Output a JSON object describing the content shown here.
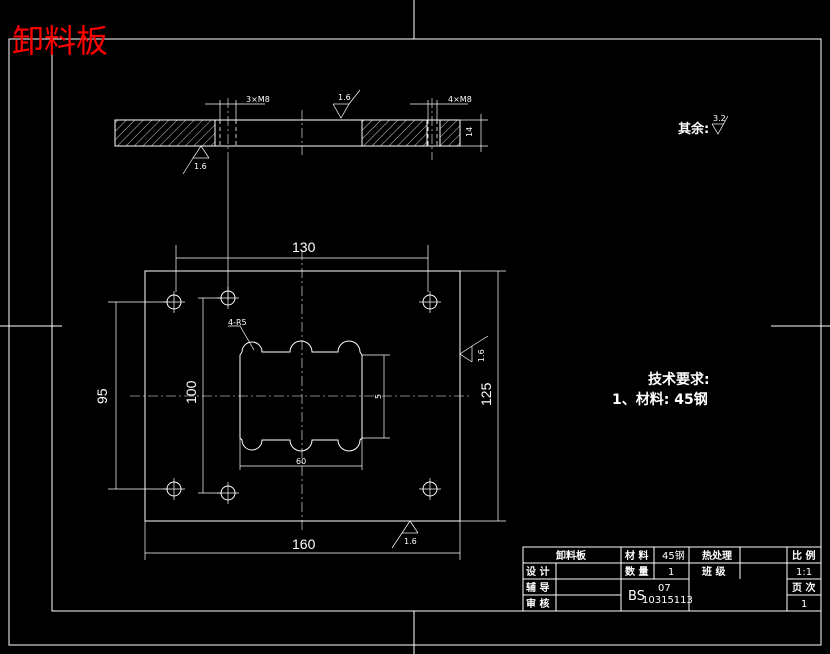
{
  "title": "卸料板",
  "colors": {
    "background": "#000000",
    "lines": "#ffffff",
    "title": "#ff0000"
  },
  "side_view": {
    "dim_left": "3×M8",
    "dim_right": "4×M8",
    "roughness_top": "1.6",
    "roughness_bottom": "1.6",
    "thickness": "14"
  },
  "other_roughness": {
    "label": "其余:",
    "value": "3.2"
  },
  "plan_view": {
    "dim_top": "130",
    "dim_bottom": "160",
    "dim_left_outer": "95",
    "dim_left_inner": "100",
    "dim_right": "125",
    "dim_slot_height": "5",
    "dim_slot_width": "60",
    "note_radius": "4-R5",
    "roughness_right": "1.6",
    "roughness_bottom": "1.6"
  },
  "tech_requirements": {
    "heading": "技术要求:",
    "item1": "1、材料: 45钢"
  },
  "title_block": {
    "part_name": "卸料板",
    "material_label": "材 料",
    "material_value": "45钢",
    "heat_treat_label": "热处理",
    "scale_label": "比 例",
    "scale_value": "1:1",
    "qty_label": "数 量",
    "qty_value": "1",
    "class_label": "班 级",
    "design_label": "设 计",
    "guide_label": "辅 导",
    "review_label": "审 核",
    "bs_label": "BS",
    "class_code": "07",
    "student_no": "10315113",
    "page_label": "页 次",
    "page_value": "1"
  }
}
